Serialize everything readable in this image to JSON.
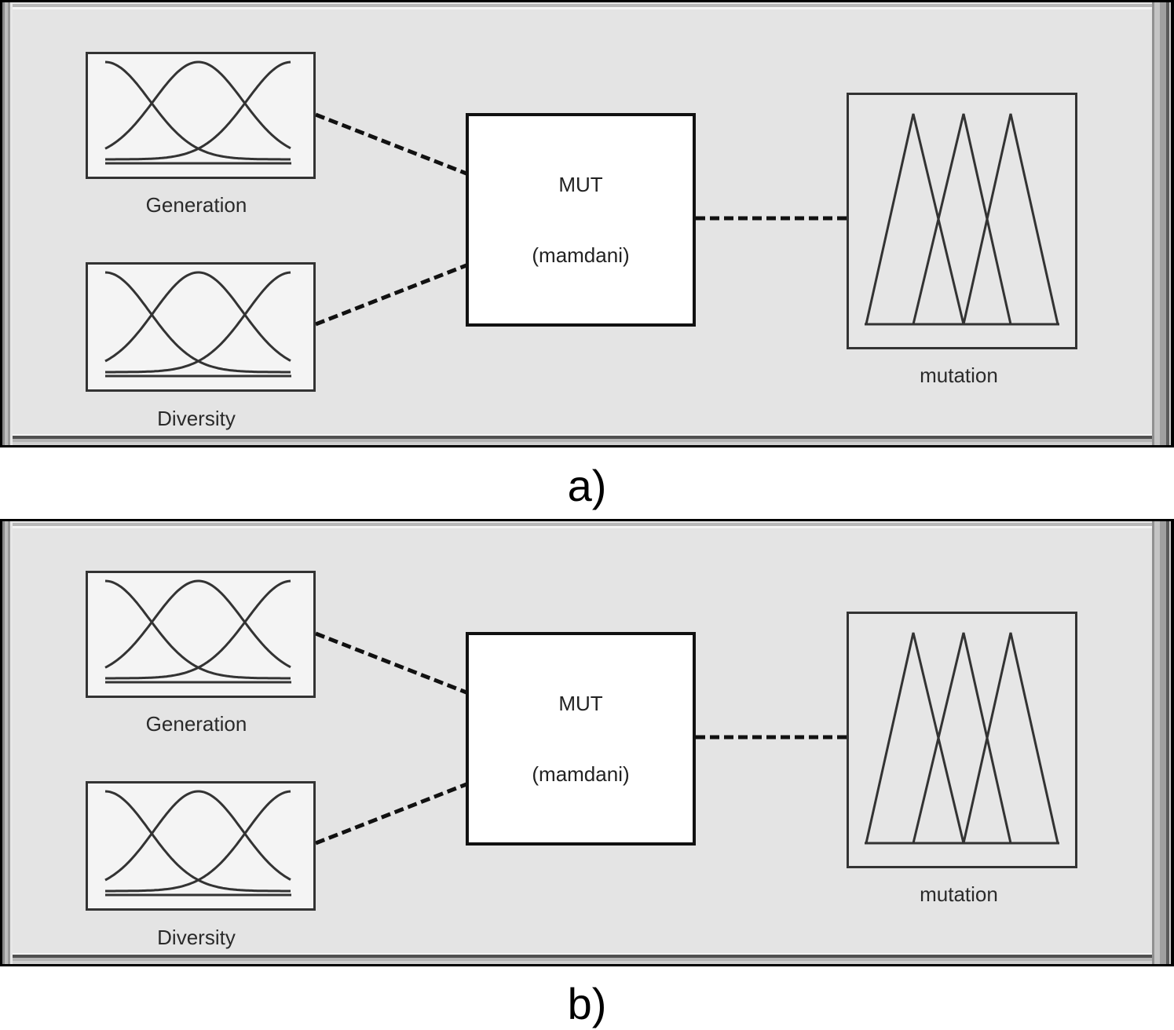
{
  "panels": [
    {
      "caption": "a)",
      "inputs": [
        {
          "name": "Generation",
          "mf_shape": "gaussian",
          "mf_count": 3
        },
        {
          "name": "Diversity",
          "mf_shape": "gaussian",
          "mf_count": 3
        }
      ],
      "fis": {
        "name": "MUT",
        "type": "(mamdani)"
      },
      "output": {
        "name": "mutation",
        "mf_shape": "triangular",
        "mf_count": 3
      }
    },
    {
      "caption": "b)",
      "inputs": [
        {
          "name": "Generation",
          "mf_shape": "gaussian",
          "mf_count": 3
        },
        {
          "name": "Diversity",
          "mf_shape": "gaussian",
          "mf_count": 3
        }
      ],
      "fis": {
        "name": "MUT",
        "type": "(mamdani)"
      },
      "output": {
        "name": "mutation",
        "mf_shape": "triangular",
        "mf_count": 3
      }
    }
  ],
  "colors": {
    "panel_bg": "#e4e4e4",
    "line": "#333333",
    "wire": "#111111"
  }
}
